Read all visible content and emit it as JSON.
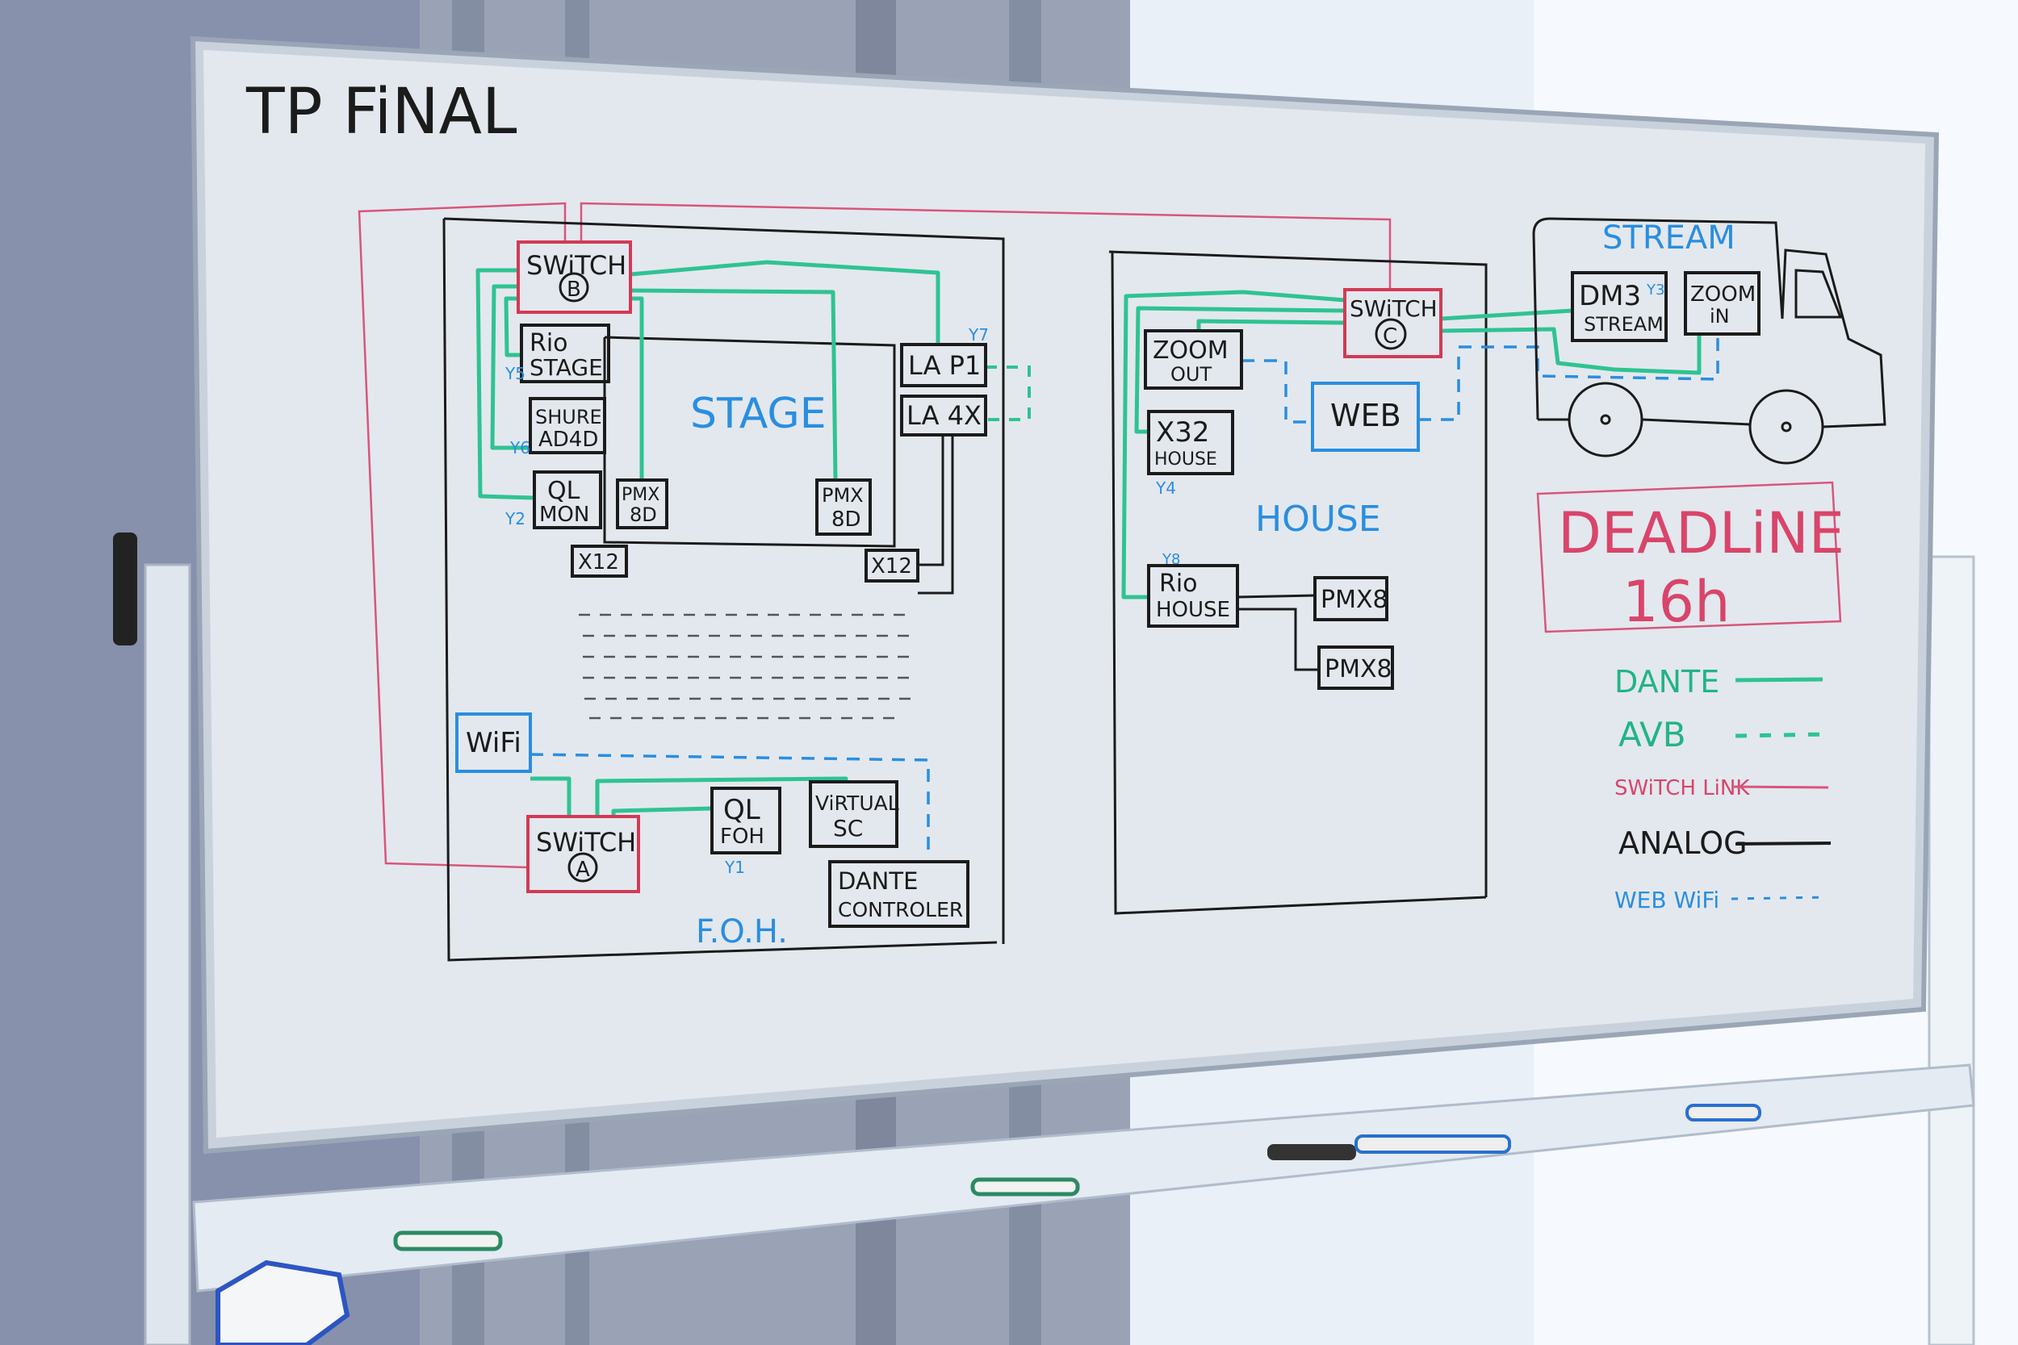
{
  "title": "TP FiNAL",
  "stage": {
    "label": "STAGE",
    "switch_b": [
      "SWiTCH",
      "B"
    ],
    "rio_stage": [
      "Rio",
      "STAGE"
    ],
    "rio_stage_tag": "Y5",
    "shure": [
      "SHURE",
      "AD4D"
    ],
    "shure_tag": "Y6",
    "ql_mon": [
      "QL",
      "MON"
    ],
    "ql_mon_tag": "Y2",
    "pmx_left": [
      "PMX",
      "8D"
    ],
    "pmx_right": [
      "PMX",
      "8D"
    ],
    "la_p1": "LA P1",
    "la_p1_tag": "Y7",
    "la_4x": "LA 4X",
    "x12_left": "X12",
    "x12_right": "X12"
  },
  "foh": {
    "label": "F.O.H.",
    "wifi": "WiFi",
    "switch_a": [
      "SWiTCH",
      "A"
    ],
    "ql_foh": [
      "QL",
      "FOH"
    ],
    "ql_foh_tag": "Y1",
    "virtual_sc": [
      "ViRTUAL",
      "SC"
    ],
    "dante_controller": [
      "DANTE",
      "CONTROLER"
    ]
  },
  "house": {
    "label": "HOUSE",
    "switch_c": [
      "SWiTCH",
      "C"
    ],
    "zoom_out": [
      "ZOOM",
      "OUT"
    ],
    "x32_house": [
      "X32",
      "HOUSE"
    ],
    "x32_house_tag": "Y4",
    "web": "WEB",
    "rio_house": [
      "Rio",
      "HOUSE"
    ],
    "rio_house_tag": "Y8",
    "pmx8_a": "PMX8",
    "pmx8_b": "PMX8"
  },
  "stream": {
    "label": "STREAM",
    "dm3": [
      "DM3",
      "STREAM"
    ],
    "dm3_tag": "Y3",
    "zoom_in": [
      "ZOOM",
      "iN"
    ]
  },
  "deadline": {
    "line1": "DEADLiNE",
    "line2": "16h"
  },
  "legend": [
    {
      "label": "DANTE",
      "style": "solid",
      "color": "#2fc392"
    },
    {
      "label": "AVB",
      "style": "dashed",
      "color": "#2fc392"
    },
    {
      "label": "SWiTCH LiNK",
      "style": "solid",
      "color": "#d9557a"
    },
    {
      "label": "ANALOG",
      "style": "solid",
      "color": "#1b1b1b"
    },
    {
      "label": "WEB WiFi",
      "style": "dashed",
      "color": "#2a8ee0"
    }
  ]
}
